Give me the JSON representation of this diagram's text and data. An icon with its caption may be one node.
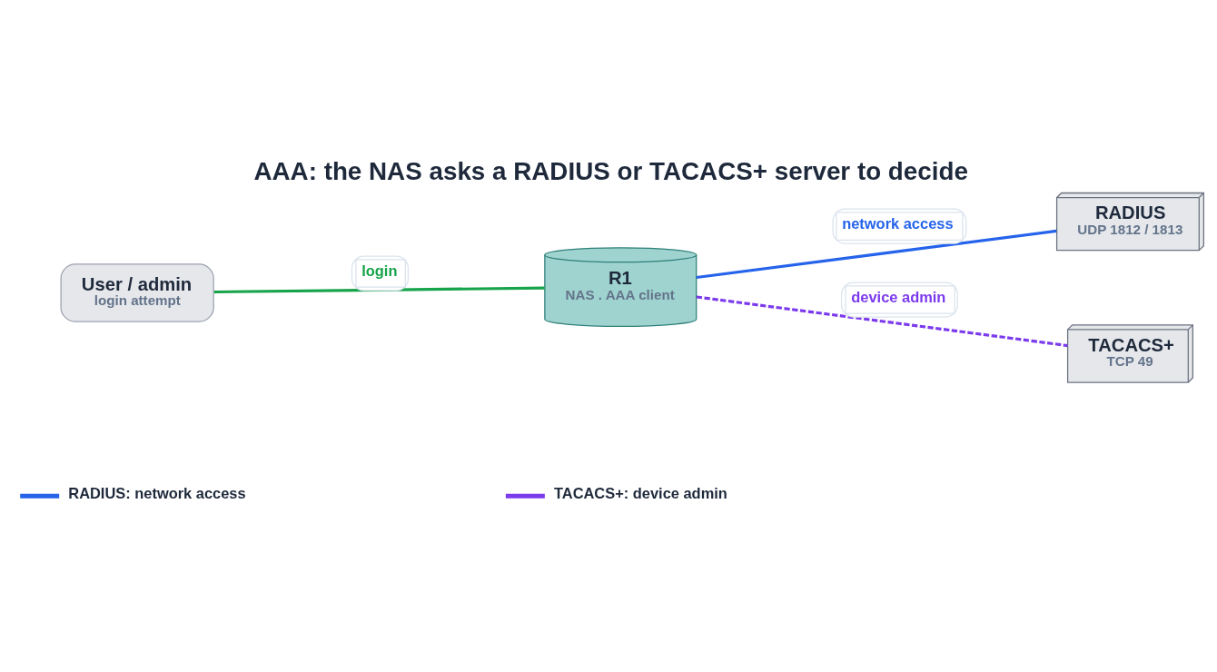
{
  "diagram": {
    "title": "AAA: the NAS asks a RADIUS or TACACS+ server to decide",
    "nodes": [
      {
        "text": [
          "User / admin",
          "login attempt"
        ]
      },
      {
        "text": [
          "R1",
          "NAS . AAA client"
        ]
      },
      {
        "text": [
          "RADIUS",
          "UDP 1812 / 1813"
        ]
      },
      {
        "text": [
          "TACACS+",
          "TCP 49"
        ]
      }
    ],
    "edges": [
      {
        "from": 0,
        "to": 1,
        "arrow": "none",
        "label": "login",
        "color": "#16a34a"
      },
      {
        "from": 1,
        "to": 2,
        "arrow": "none",
        "label": "network access",
        "color": "#2563eb"
      },
      {
        "from": 1,
        "to": 3,
        "arrow": "none",
        "label": "device admin",
        "style": "dashed",
        "color": "#7c3aed"
      }
    ],
    "legend": [
      {
        "text": "RADIUS: network access"
      },
      {
        "text": "TACACS+: device admin"
      }
    ]
  }
}
